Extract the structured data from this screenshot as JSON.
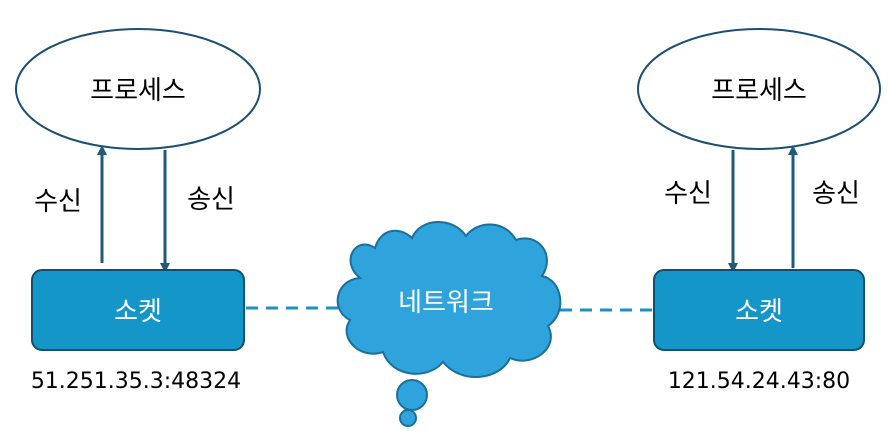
{
  "left": {
    "process": "프로세스",
    "receive": "수신",
    "send": "송신",
    "socket": "소켓",
    "address": "51.251.35.3:48324"
  },
  "right": {
    "process": "프로세스",
    "receive": "수신",
    "send": "송신",
    "socket": "소켓",
    "address": "121.54.24.43:80"
  },
  "network": {
    "label": "네트워크"
  },
  "colors": {
    "socket_fill": "#1596c8",
    "socket_stroke": "#0f4f6b",
    "cloud_fill": "#2ea3dc",
    "cloud_stroke": "#1b6f9a",
    "arrow": "#1f5a78",
    "connector": "#1b8fc8",
    "ellipse_stroke": "#1b4f72"
  }
}
